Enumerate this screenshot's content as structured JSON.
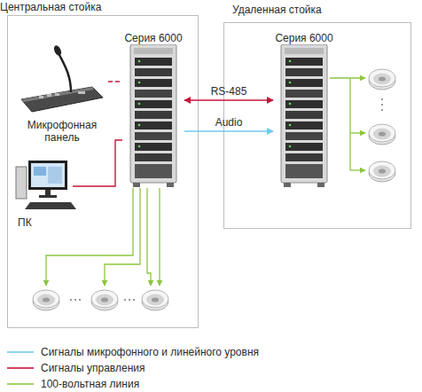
{
  "diagram": {
    "nodes": [
      {
        "text": [
          "Центральная стойка"
        ]
      },
      {
        "text": [
          "Серия 6000"
        ],
        "in": 0
      },
      {
        "text": [
          "Микрофонная панель"
        ],
        "in": 0
      },
      {
        "text": [
          "ПК"
        ],
        "in": 0
      },
      {
        "text": [
          "Удаленная стойка"
        ]
      },
      {
        "text": [
          "Серия 6000"
        ],
        "in": 4
      }
    ],
    "edges": [
      {
        "from": 2,
        "to": 1,
        "arrow": "none"
      },
      {
        "from": 3,
        "to": 1,
        "arrow": "none"
      },
      {
        "from": 1,
        "to": 5,
        "label": "RS-485",
        "arrow": "both"
      },
      {
        "from": 1,
        "to": 5,
        "label": "Audio",
        "arrow": "to"
      }
    ],
    "legend": [
      {
        "text": "Сигналы микрофонного и линейного уровня"
      },
      {
        "text": "Сигналы управления"
      },
      {
        "text": "100-вольтная линия"
      }
    ]
  }
}
